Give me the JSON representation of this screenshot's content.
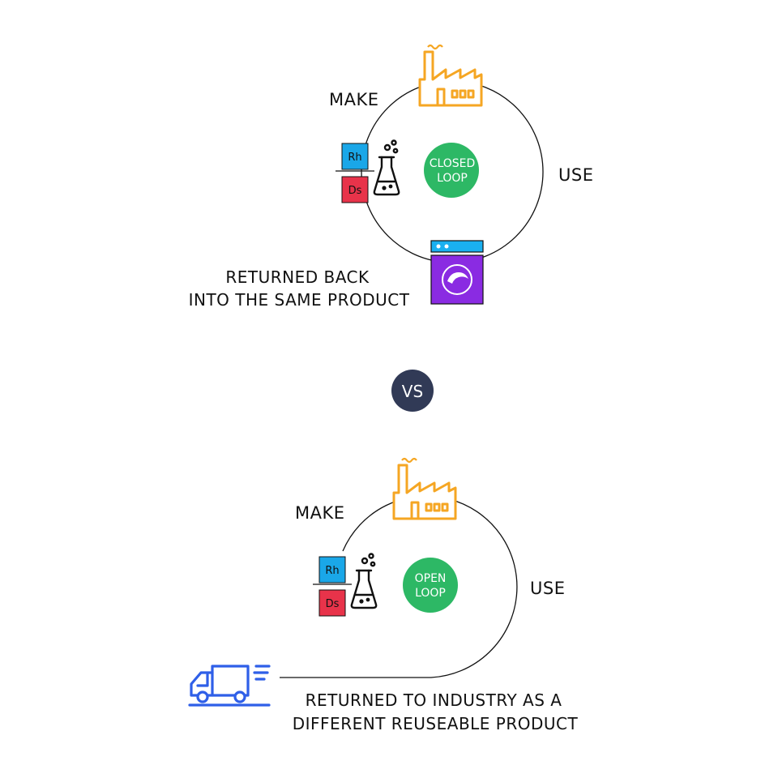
{
  "closed": {
    "make_label": "MAKE",
    "use_label": "USE",
    "badge_line1": "CLOSED",
    "badge_line2": "LOOP",
    "caption_line1": "RETURNED BACK",
    "caption_line2": "INTO THE SAME PRODUCT",
    "element_top": "Rh",
    "element_bottom": "Ds"
  },
  "vs_label": "VS",
  "open": {
    "make_label": "MAKE",
    "use_label": "USE",
    "badge_line1": "OPEN",
    "badge_line2": "LOOP",
    "caption_line1": "RETURNED TO INDUSTRY AS A",
    "caption_line2": "DIFFERENT REUSEABLE PRODUCT",
    "element_top": "Rh",
    "element_bottom": "Ds"
  },
  "colors": {
    "factory": "#f5a623",
    "loop_badge": "#2db865",
    "vs_badge": "#313a56",
    "element_top": "#1aa7e8",
    "element_bottom": "#e8334a",
    "washer": "#8a2be2",
    "washer_top": "#1ab0f0",
    "truck": "#2f5fe8",
    "line": "#111111"
  },
  "icons": [
    "factory-icon",
    "flask-icon",
    "washing-machine-icon",
    "delivery-truck-icon"
  ]
}
